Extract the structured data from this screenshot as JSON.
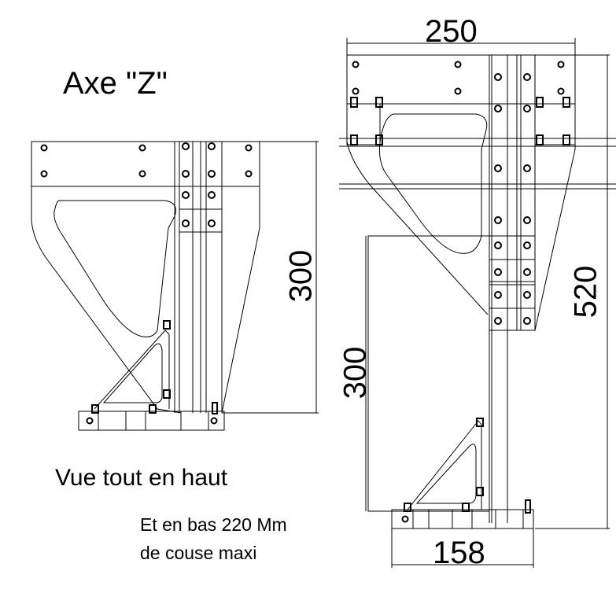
{
  "title": "Axe \"Z\"",
  "captions": {
    "main": "Vue tout en haut",
    "line1": "Et en bas 220 Mm",
    "line2": "de couse maxi"
  },
  "dimensions": {
    "left_height": "300",
    "top_width": "250",
    "right_inner_height": "300",
    "right_total_height": "520",
    "bottom_width": "158"
  },
  "colors": {
    "line": "#000000",
    "background": "#ffffff"
  }
}
